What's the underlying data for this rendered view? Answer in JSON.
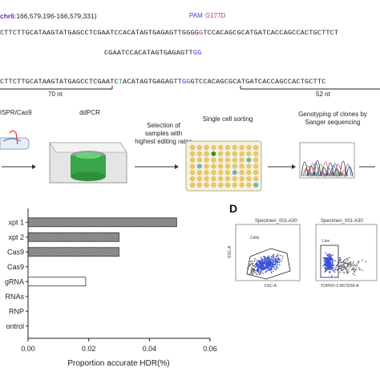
{
  "sequence_panel": {
    "coords": "chr6:166,579,196-166,579,331)",
    "pam_label": "PAM",
    "mutation_label": "G177D",
    "line1_a": "CTTCTTGCATAAGTATGAGCCTCGAATCCACATAGTGAGAGTTGGGG",
    "line1_b": "G",
    "line1_c": "TCCACAGCGCATGATCACCAGCCACTGCTTCT",
    "guide_a": "CGAATCCACATAGTGAGAGTT",
    "guide_b": "GG",
    "line2_a": "CTTCTTGCATAAGTATGAGCCTCGAATC",
    "line2_b": "T",
    "line2_c": "ACATAGTGAGAGTT",
    "line2_d": "GG",
    "line2_e": "GTCCACAGCGCATGATCACCAGCCACTGCTTC",
    "left_nt": "70 nt",
    "right_nt": "52 nt"
  },
  "workflow": {
    "step1": "ISPR/Cas9",
    "step2": "ddPCR",
    "step3": "Selection of samples with highest editing rates",
    "step4": "Single cell sorting",
    "step5": "Genotyping of clones by Sanger sequencing"
  },
  "panel_d": {
    "letter": "D",
    "plot1": {
      "title": "Specimen_001-A30",
      "gate": "Cells",
      "xlabel": "FSC-A",
      "ylabel": "SSC-A"
    },
    "plot2": {
      "title": "Specimen_001-A30",
      "gate": "Live",
      "xlabel": "TOPRO-3 R670/30-A"
    }
  },
  "chart_data": {
    "type": "bar",
    "orientation": "horizontal",
    "categories": [
      "xpt 1",
      "xpt 2",
      "Cas9",
      "Cas9",
      "gRNA",
      "RNAs",
      "RNP",
      "ontrol"
    ],
    "values": [
      0.049,
      0.03,
      0.03,
      0.0,
      0.019,
      0.0,
      0.0,
      0.0
    ],
    "bar_fill": [
      "hatched",
      "hatched",
      "hatched",
      "none",
      "white",
      "none",
      "none",
      "none"
    ],
    "xlabel": "Proportion accurate HDR(%)",
    "xlim": [
      0,
      0.06
    ],
    "xticks": [
      "0.00",
      "0.02",
      "0.04",
      "0.06"
    ]
  }
}
